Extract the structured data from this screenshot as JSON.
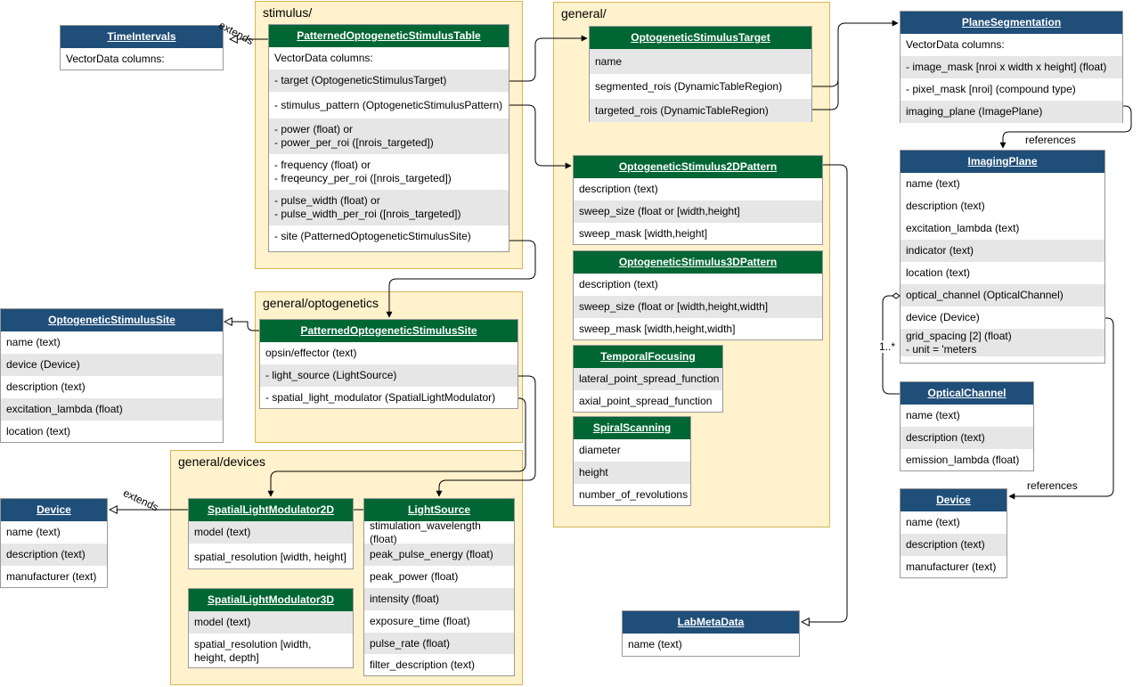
{
  "groups": {
    "stimulus": "stimulus/",
    "general": "general/",
    "optogenetics": "general/optogenetics",
    "devices": "general/devices"
  },
  "labels": {
    "extends_1": "extends",
    "extends_2": "extends",
    "references_1": "references",
    "references_2": "references",
    "multiplicity": "1..*"
  },
  "tables": {
    "time_intervals": {
      "title": "TimeIntervals",
      "rows": [
        "VectorData columns:"
      ]
    },
    "patterned_table": {
      "title": "PatternedOptogeneticStimulusTable",
      "rows": [
        "VectorData columns:",
        "- target (OptogeneticStimulusTarget)",
        "- stimulus_pattern (OptogeneticStimulusPattern)",
        "- power (float) or\n- power_per_roi ([nrois_targeted])",
        "- frequency (float) or\n- freqeuncy_per_roi ([nrois_targeted])",
        "- pulse_width (float) or\n- pulse_width_per_roi ([nrois_targeted])",
        "- site (PatternedOptogeneticStimulusSite)"
      ]
    },
    "stim_target": {
      "title": "OptogeneticStimulusTarget",
      "rows": [
        "name",
        "segmented_rois (DynamicTableRegion)",
        "targeted_rois (DynamicTableRegion)"
      ]
    },
    "pattern2d": {
      "title": "OptogeneticStimulus2DPattern",
      "rows": [
        "description (text)",
        "sweep_size (float or [width,height]",
        "sweep_mask [width,height]"
      ]
    },
    "pattern3d": {
      "title": "OptogeneticStimulus3DPattern",
      "rows": [
        "description (text)",
        "sweep_size (float or [width,height,width]",
        "sweep_mask [width,height,width]"
      ]
    },
    "temporal": {
      "title": "TemporalFocusing",
      "rows": [
        "lateral_point_spread_function",
        "axial_point_spread_function"
      ]
    },
    "spiral": {
      "title": "SpiralScanning",
      "rows": [
        "diameter",
        "height",
        "number_of_revolutions"
      ]
    },
    "plane_seg": {
      "title": "PlaneSegmentation",
      "rows": [
        "VectorData columns:",
        "- image_mask [nroi x width x height] (float)",
        "- pixel_mask [nroi] (compound type)",
        "imaging_plane (ImagePlane)"
      ]
    },
    "imaging_plane": {
      "title": "ImagingPlane",
      "rows": [
        "name (text)",
        "description (text)",
        "excitation_lambda (text)",
        "indicator (text)",
        "location (text)",
        "optical_channel (OpticalChannel)",
        "device (Device)",
        "grid_spacing [2] (float)\n- unit = 'meters"
      ]
    },
    "optical_channel": {
      "title": "OpticalChannel",
      "rows": [
        "name (text)",
        "description (text)",
        "emission_lambda (float)"
      ]
    },
    "device_right": {
      "title": "Device",
      "rows": [
        "name (text)",
        "description (text)",
        "manufacturer (text)"
      ]
    },
    "lab_meta": {
      "title": "LabMetaData",
      "rows": [
        "name (text)"
      ]
    },
    "stim_site": {
      "title": "OptogeneticStimulusSite",
      "rows": [
        "name (text)",
        "device (Device)",
        "description (text)",
        "excitation_lambda (float)",
        "location (text)"
      ]
    },
    "patterned_site": {
      "title": "PatternedOptogeneticStimulusSite",
      "rows": [
        "opsin/effector (text)",
        "- light_source (LightSource)",
        "- spatial_light_modulator (SpatialLightModulator)"
      ]
    },
    "device_left": {
      "title": "Device",
      "rows": [
        "name (text)",
        "description (text)",
        "manufacturer (text)"
      ]
    },
    "slm2d": {
      "title": "SpatialLightModulator2D",
      "rows": [
        "model (text)",
        "spatial_resolution [width, height]"
      ]
    },
    "slm3d": {
      "title": "SpatialLightModulator3D",
      "rows": [
        "model (text)",
        "spatial_resolution [width,\nheight, depth]"
      ]
    },
    "light_source": {
      "title": "LightSource",
      "rows": [
        "stimulation_wavelength (float)",
        "peak_pulse_energy (float)",
        "peak_power (float)",
        "intensity (float)",
        "exposure_time (float)",
        "pulse_rate (float)",
        "filter_description (text)"
      ]
    }
  }
}
